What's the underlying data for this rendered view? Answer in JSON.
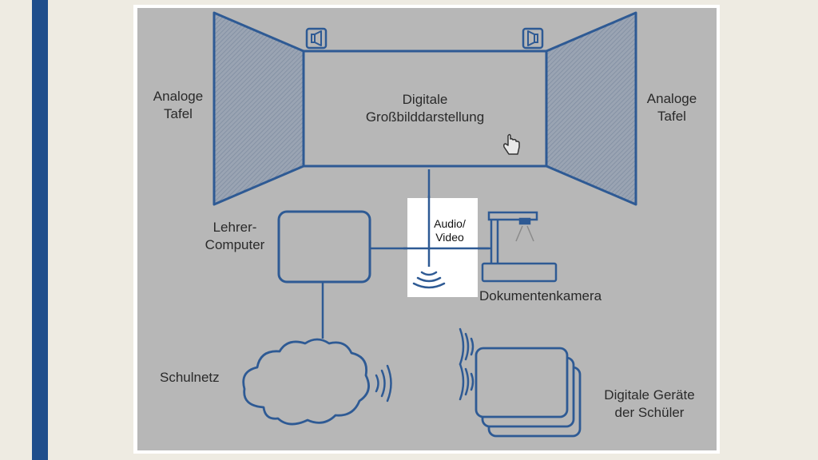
{
  "colors": {
    "page_bg": "#eeebe2",
    "accent_bar": "#1f4e8c",
    "diagram_bg": "#b7b7b7",
    "line": "#2e5a94"
  },
  "labels": {
    "board_left": [
      "Analoge",
      "Tafel"
    ],
    "board_right": [
      "Analoge",
      "Tafel"
    ],
    "display": [
      "Digitale",
      "Großbilddarstellung"
    ],
    "teacher_pc": [
      "Lehrer-",
      "Computer"
    ],
    "av": [
      "Audio/",
      "Video"
    ],
    "doc_camera": "Dokumentenkamera",
    "school_net": "Schulnetz",
    "student_devices": [
      "Digitale Geräte",
      "der Schüler"
    ]
  },
  "icons": {
    "speaker_left": "speaker-icon",
    "speaker_right": "speaker-icon",
    "cursor": "hand-pointer-icon",
    "wireless": "wifi-signal-icon"
  }
}
